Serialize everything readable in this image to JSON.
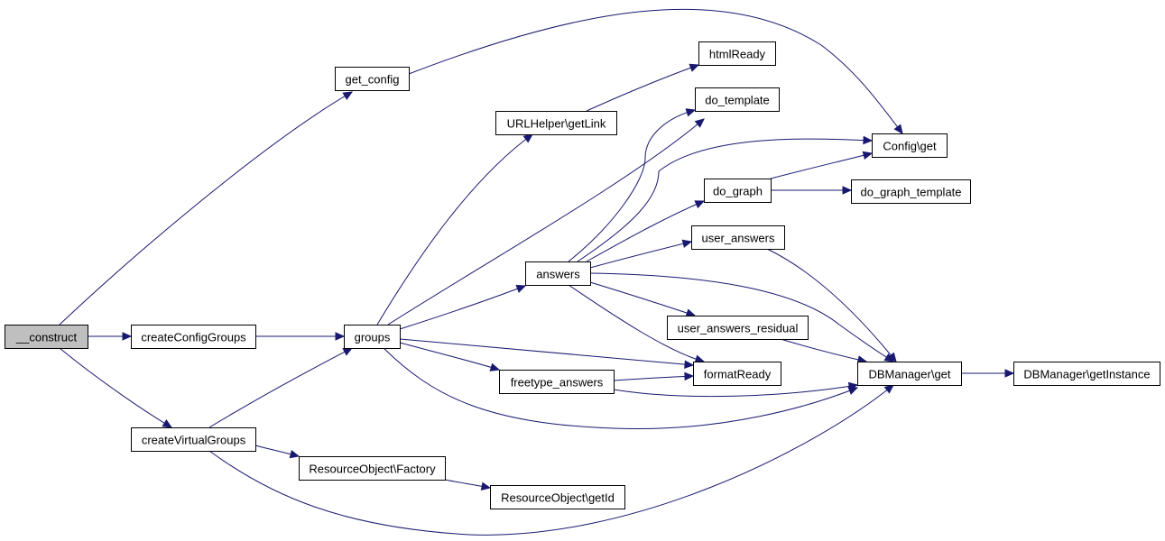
{
  "diagram": {
    "type": "call-graph",
    "edge_color": "#191970",
    "root_fill": "#bfbfbf",
    "nodes": {
      "construct": "__construct",
      "createConfigGroups": "createConfigGroups",
      "createVirtualGroups": "createVirtualGroups",
      "get_config": "get_config",
      "groups": "groups",
      "resourceFactory": "ResourceObject\\Factory",
      "resourceGetId": "ResourceObject\\getId",
      "urlGetLink": "URLHelper\\getLink",
      "answers": "answers",
      "freetype_answers": "freetype_answers",
      "htmlReady": "htmlReady",
      "do_template": "do_template",
      "do_graph": "do_graph",
      "user_answers": "user_answers",
      "user_answers_residual": "user_answers_residual",
      "formatReady": "formatReady",
      "configGet": "Config\\get",
      "do_graph_template": "do_graph_template",
      "dbGet": "DBManager\\get",
      "dbGetInstance": "DBManager\\getInstance"
    },
    "edges": [
      [
        "construct",
        "get_config"
      ],
      [
        "construct",
        "createConfigGroups"
      ],
      [
        "construct",
        "createVirtualGroups"
      ],
      [
        "get_config",
        "configGet"
      ],
      [
        "createConfigGroups",
        "groups"
      ],
      [
        "createVirtualGroups",
        "groups"
      ],
      [
        "createVirtualGroups",
        "resourceFactory"
      ],
      [
        "createVirtualGroups",
        "dbGet"
      ],
      [
        "resourceFactory",
        "resourceGetId"
      ],
      [
        "groups",
        "urlGetLink"
      ],
      [
        "groups",
        "answers"
      ],
      [
        "groups",
        "freetype_answers"
      ],
      [
        "groups",
        "formatReady"
      ],
      [
        "groups",
        "dbGet"
      ],
      [
        "groups",
        "do_template"
      ],
      [
        "urlGetLink",
        "htmlReady"
      ],
      [
        "answers",
        "do_template"
      ],
      [
        "answers",
        "configGet"
      ],
      [
        "answers",
        "do_graph"
      ],
      [
        "answers",
        "user_answers"
      ],
      [
        "answers",
        "user_answers_residual"
      ],
      [
        "answers",
        "formatReady"
      ],
      [
        "answers",
        "dbGet"
      ],
      [
        "do_graph",
        "configGet"
      ],
      [
        "do_graph",
        "do_graph_template"
      ],
      [
        "user_answers",
        "dbGet"
      ],
      [
        "user_answers_residual",
        "dbGet"
      ],
      [
        "freetype_answers",
        "formatReady"
      ],
      [
        "freetype_answers",
        "dbGet"
      ],
      [
        "dbGet",
        "dbGetInstance"
      ]
    ]
  }
}
